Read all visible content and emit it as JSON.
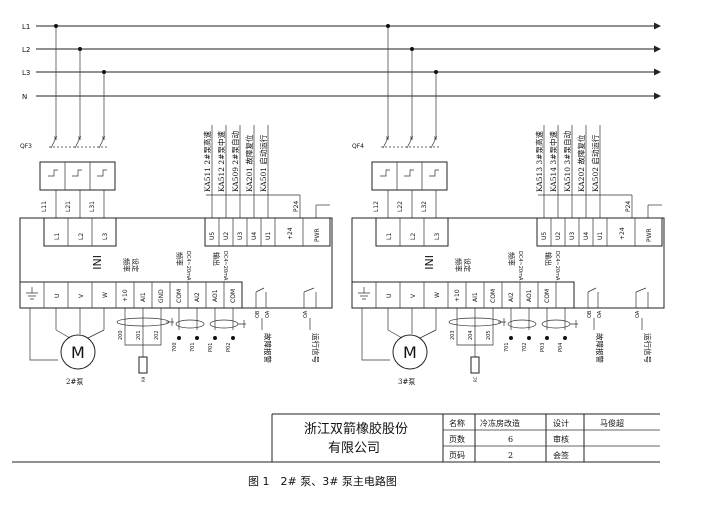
{
  "buses": [
    "L1",
    "L2",
    "L3",
    "N"
  ],
  "breakers": [
    "QF3",
    "QF4"
  ],
  "unit_left": {
    "terminals_top": [
      "L1",
      "L2",
      "L3",
      "U5",
      "U2",
      "U3",
      "U4",
      "U1",
      "+24",
      "PWR"
    ],
    "terminals_bottom": [
      "U",
      "V",
      "W",
      "+10",
      "AI1",
      "GND",
      "COM",
      "AI2",
      "AO1",
      "COM"
    ],
    "input_cables": [
      "L11",
      "L21",
      "L31"
    ],
    "signals": [
      "KA511 2#泵高速",
      "KA512 2#泵中速",
      "KA509 2#泵自动",
      "KA201 故障复位",
      "KA501 启动运行"
    ],
    "p24": "P24",
    "inv_label": "INI",
    "freq_set": [
      "频率",
      "设定"
    ],
    "freq_out": [
      "频率",
      "输出"
    ],
    "range_set": "DC4~20mA",
    "range_out": "DC4~20mA",
    "motor_label": "2#泵",
    "pot_wires": [
      "200",
      "201",
      "202"
    ],
    "pot_label": "R9",
    "sig_wires": [
      "700",
      "701",
      "P01",
      "P02"
    ],
    "relay_labels": [
      "故障报警",
      "运行信号"
    ],
    "relay_terms": [
      "OB",
      "OA",
      "OA"
    ]
  },
  "unit_right": {
    "terminals_top": [
      "L1",
      "L2",
      "L3",
      "U5",
      "U2",
      "U3",
      "U4",
      "U1",
      "+24",
      "PWR"
    ],
    "terminals_bottom": [
      "U",
      "V",
      "W",
      "+10",
      "AI1",
      "COM",
      "AI2",
      "AO1",
      "COM"
    ],
    "input_cables": [
      "L12",
      "L22",
      "L32"
    ],
    "signals": [
      "KA513 3#泵高速",
      "KA514 3#泵中速",
      "KA510 3#泵自动",
      "KA202 故障复位",
      "KA502 启动运行"
    ],
    "p24": "P24",
    "inv_label": "INI",
    "freq_set": [
      "频率",
      "设定"
    ],
    "freq_out": [
      "频率",
      "输出"
    ],
    "range_set": "DC4~20mA",
    "range_out": "DC4~20mA",
    "motor_label": "3#泵",
    "pot_wires": [
      "203",
      "204",
      "205"
    ],
    "pot_label": "RC",
    "sig_wires": [
      "701",
      "702",
      "P03",
      "P04"
    ],
    "relay_labels": [
      "故障报警",
      "运行信号"
    ],
    "relay_terms": [
      "OB",
      "OA",
      "OA"
    ]
  },
  "title_block": {
    "company": [
      "浙江双箭橡胶股份",
      "有限公司"
    ],
    "rows": [
      [
        "名称",
        "冷冻房改造",
        "设计",
        "马俊超"
      ],
      [
        "页数",
        "6",
        "审核",
        ""
      ],
      [
        "页码",
        "2",
        "会签",
        ""
      ]
    ]
  },
  "caption": "图 1　2# 泵、3# 泵主电路图"
}
